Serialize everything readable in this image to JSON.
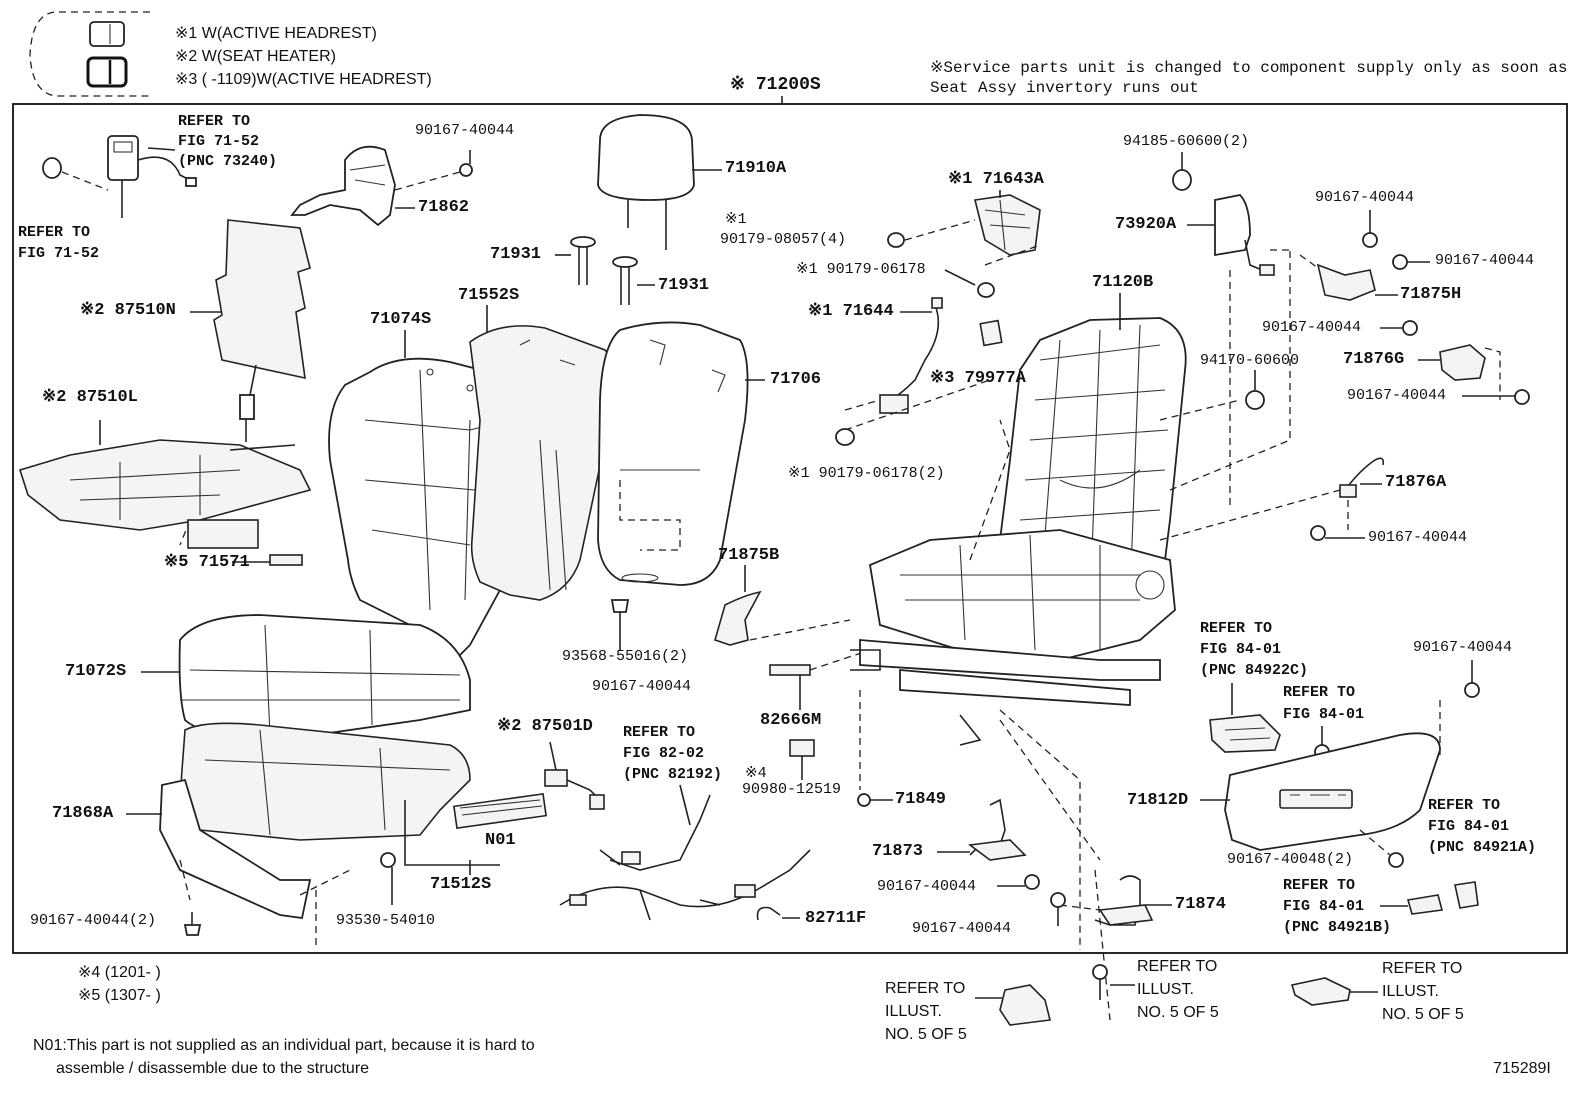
{
  "legend": {
    "line1": "※1 W(ACTIVE HEADREST)",
    "line2": "※2 W(SEAT HEATER)",
    "line3": "※3 (       -1109)W(ACTIVE HEADREST)"
  },
  "assembly_label": "※ 71200S",
  "service_note": {
    "line1": "※Service parts unit is changed to component supply only as soon as",
    "line2": "Seat Assy invertory runs out"
  },
  "parts": {
    "p90167_40044_top": "90167-40044",
    "p71910A": "71910A",
    "p71862": "71862",
    "p71931_a": "71931",
    "p71931_b": "71931",
    "p87510N": "※2 87510N",
    "p71552S": "71552S",
    "p71074S": "71074S",
    "p71706": "71706",
    "p87510L": "※2 87510L",
    "p71571": "※5 71571",
    "p71072S": "71072S",
    "p71868A": "71868A",
    "p90167_40044_2": "90167-40044(2)",
    "p93530_54010": "93530-54010",
    "p71512S": "71512S",
    "pN01": "N01",
    "p87501D": "※2 87501D",
    "p93568_55016": "93568-55016(2)",
    "p90167_40044_mid": "90167-40044",
    "p71875B": "71875B",
    "p82666M": "82666M",
    "p90980_12519": "90980-12519",
    "p_x4": "※4",
    "p71849": "71849",
    "p82711F": "82711F",
    "p71873": "71873",
    "p90167_40044_c1": "90167-40044",
    "p90167_40044_c2": "90167-40044",
    "p71874": "71874",
    "p_x1": "※1",
    "p90179_08057": "90179-08057(4)",
    "p71643A": "※1 71643A",
    "p90179_06178": "※1 90179-06178",
    "p71644": "※1 71644",
    "p79977A": "※3 79977A",
    "p90179_06178_2": "※1 90179-06178(2)",
    "p94185_60600": "94185-60600(2)",
    "p73920A": "73920A",
    "p71120B": "71120B",
    "p94170_60600": "94170-60600",
    "p90167_40044_r1": "90167-40044",
    "p90167_40044_r2": "90167-40044",
    "p71875H": "71875H",
    "p90167_40044_r3": "90167-40044",
    "p71876G": "71876G",
    "p90167_40044_r4": "90167-40044",
    "p71876A": "71876A",
    "p90167_40044_r5": "90167-40044",
    "p90167_40044_r6": "90167-40044",
    "p71812D": "71812D",
    "p90167_40048": "90167-40048(2)"
  },
  "refs": {
    "belt_top": [
      "REFER TO",
      "FIG 71-52",
      "(PNC 73240)"
    ],
    "belt_side": [
      "REFER TO",
      "FIG 71-52"
    ],
    "fig8202": [
      "REFER TO",
      "FIG 82-02",
      "(PNC 82192)"
    ],
    "fig8401_a": [
      "REFER TO",
      "FIG 84-01",
      "(PNC 84922C)"
    ],
    "fig8401_b": [
      "REFER TO",
      "FIG 84-01"
    ],
    "fig8401_c": [
      "REFER TO",
      "FIG 84-01",
      "(PNC 84921A)"
    ],
    "fig8401_d": [
      "REFER TO",
      "FIG 84-01",
      "(PNC 84921B)"
    ],
    "illust_1": [
      "REFER TO",
      "ILLUST.",
      "NO. 5 OF 5"
    ],
    "illust_2": [
      "REFER TO",
      "ILLUST.",
      "NO. 5 OF 5"
    ],
    "illust_3": [
      "REFER TO",
      "ILLUST.",
      "NO. 5 OF 5"
    ]
  },
  "footnotes": {
    "x4": "※4 (1201-       )",
    "x5": "※5 (1307-       )",
    "n01_line1": "N01:This part is not supplied as an individual part, because it is hard to",
    "n01_line2": "assemble / disassemble due to the structure"
  },
  "figure_id": "715289I"
}
